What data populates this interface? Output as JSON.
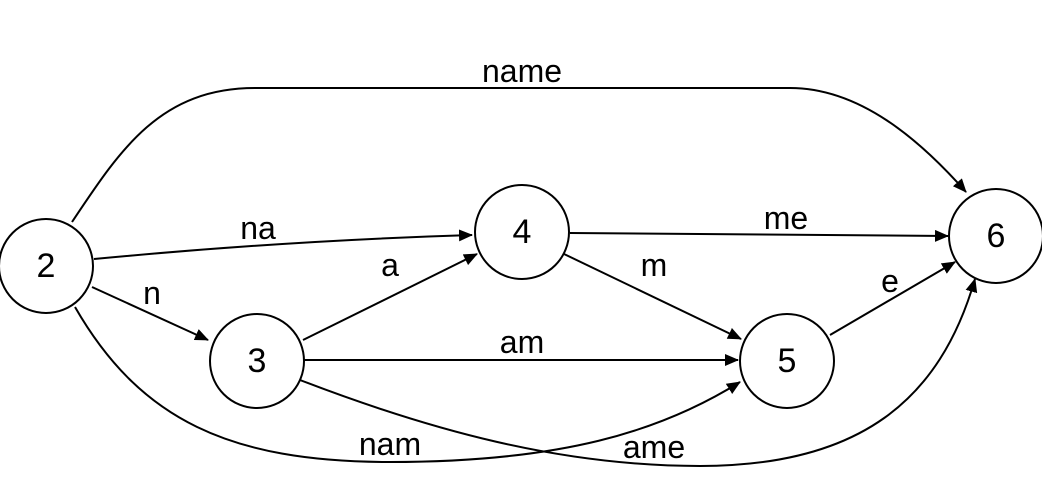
{
  "diagram": {
    "type": "state-transition-graph",
    "nodes": [
      {
        "id": "n2",
        "label": "2"
      },
      {
        "id": "n3",
        "label": "3"
      },
      {
        "id": "n4",
        "label": "4"
      },
      {
        "id": "n5",
        "label": "5"
      },
      {
        "id": "n6",
        "label": "6"
      }
    ],
    "edges": [
      {
        "id": "e-2-6",
        "from": "2",
        "to": "6",
        "label": "name"
      },
      {
        "id": "e-2-4",
        "from": "2",
        "to": "4",
        "label": "na"
      },
      {
        "id": "e-2-3",
        "from": "2",
        "to": "3",
        "label": "n"
      },
      {
        "id": "e-2-5",
        "from": "2",
        "to": "5",
        "label": "nam"
      },
      {
        "id": "e-3-4",
        "from": "3",
        "to": "4",
        "label": "a"
      },
      {
        "id": "e-3-5",
        "from": "3",
        "to": "5",
        "label": "am"
      },
      {
        "id": "e-3-6",
        "from": "3",
        "to": "6",
        "label": "ame"
      },
      {
        "id": "e-4-6",
        "from": "4",
        "to": "6",
        "label": "me"
      },
      {
        "id": "e-4-5",
        "from": "4",
        "to": "5",
        "label": "m"
      },
      {
        "id": "e-5-6",
        "from": "5",
        "to": "6",
        "label": "e"
      }
    ],
    "colors": {
      "stroke": "#000000",
      "node_fill": "#ffffff",
      "background": "#ffffff"
    }
  }
}
